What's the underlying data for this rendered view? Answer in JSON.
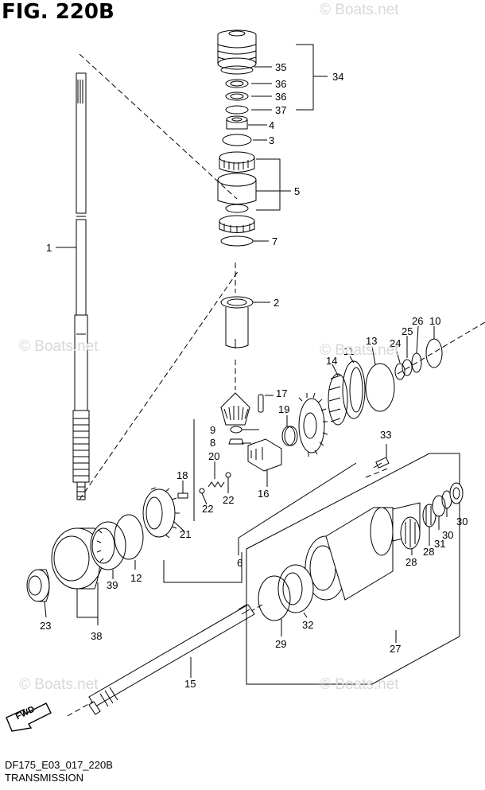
{
  "figure": {
    "title": "FIG. 220B",
    "caption_code": "DF175_E03_017_220B",
    "caption_name": "TRANSMISSION"
  },
  "watermark": {
    "text": "© Boats.net"
  },
  "fwd_label": "FWD",
  "callouts": {
    "c1": "1",
    "c2": "2",
    "c3": "3",
    "c4": "4",
    "c5": "5",
    "c6": "6",
    "c7": "7",
    "c8": "8",
    "c9": "9",
    "c10": "10",
    "c11": "11",
    "c12": "12",
    "c13": "13",
    "c14": "14",
    "c15": "15",
    "c16": "16",
    "c17": "17",
    "c18": "18",
    "c19": "19",
    "c20": "20",
    "c21": "21",
    "c22a": "22",
    "c22b": "22",
    "c23": "23",
    "c24": "24",
    "c25": "25",
    "c26": "26",
    "c27": "27",
    "c28a": "28",
    "c28b": "28",
    "c29": "29",
    "c30a": "30",
    "c30b": "30",
    "c31": "31",
    "c32": "32",
    "c33": "33",
    "c34": "34",
    "c35": "35",
    "c36a": "36",
    "c36b": "36",
    "c37": "37",
    "c38": "38",
    "c39": "39"
  }
}
